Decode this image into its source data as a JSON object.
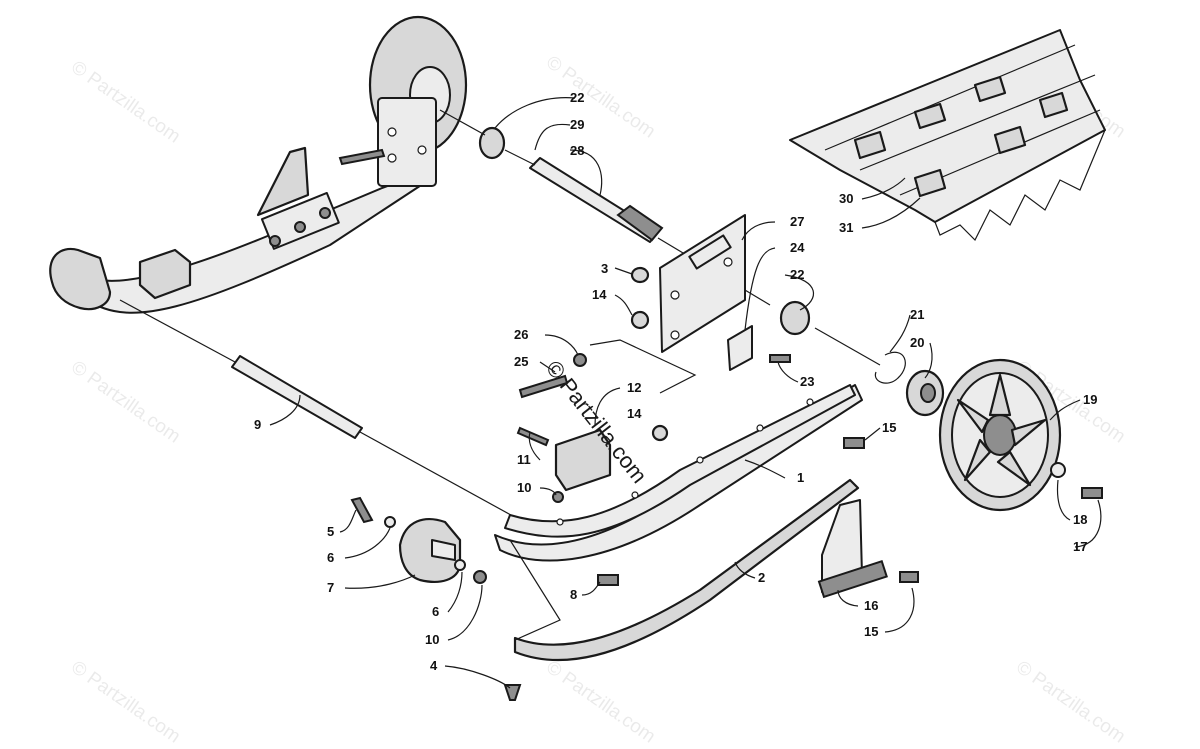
{
  "watermark": "© Partzilla.com",
  "stamp": "© Partzilla.com",
  "callouts": [
    "22",
    "29",
    "28",
    "27",
    "24",
    "3",
    "14",
    "22",
    "21",
    "20",
    "26",
    "25",
    "12",
    "14",
    "15",
    "23",
    "19",
    "9",
    "11",
    "10",
    "1",
    "5",
    "6",
    "7",
    "6",
    "10",
    "8",
    "2",
    "16",
    "15",
    "18",
    "17",
    "4",
    "30",
    "31"
  ]
}
